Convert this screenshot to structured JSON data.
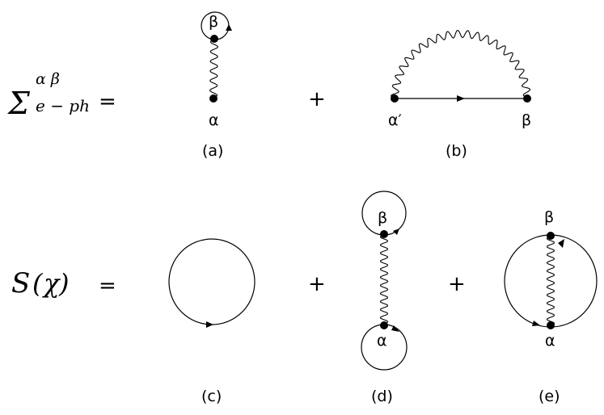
{
  "row1": {
    "lhs_symbol": "Σ",
    "lhs_superscript": "α β",
    "lhs_subscript": "e − ph",
    "equals": "=",
    "plus": "+"
  },
  "row2": {
    "lhs_function": "S",
    "lhs_open": "(",
    "lhs_argument": "χ",
    "lhs_close": ")",
    "equals": "=",
    "plus_1": "+",
    "plus_2": "+"
  },
  "diagrams": {
    "a": {
      "caption": "(a)",
      "top_vertex": "β",
      "bottom_vertex": "α"
    },
    "b": {
      "caption": "(b)",
      "left_vertex": "α′",
      "right_vertex": "β"
    },
    "c": {
      "caption": "(c)"
    },
    "d": {
      "caption": "(d)",
      "top_vertex": "β",
      "bottom_vertex": "α"
    },
    "e": {
      "caption": "(e)",
      "top_vertex": "β",
      "bottom_vertex": "α"
    }
  }
}
